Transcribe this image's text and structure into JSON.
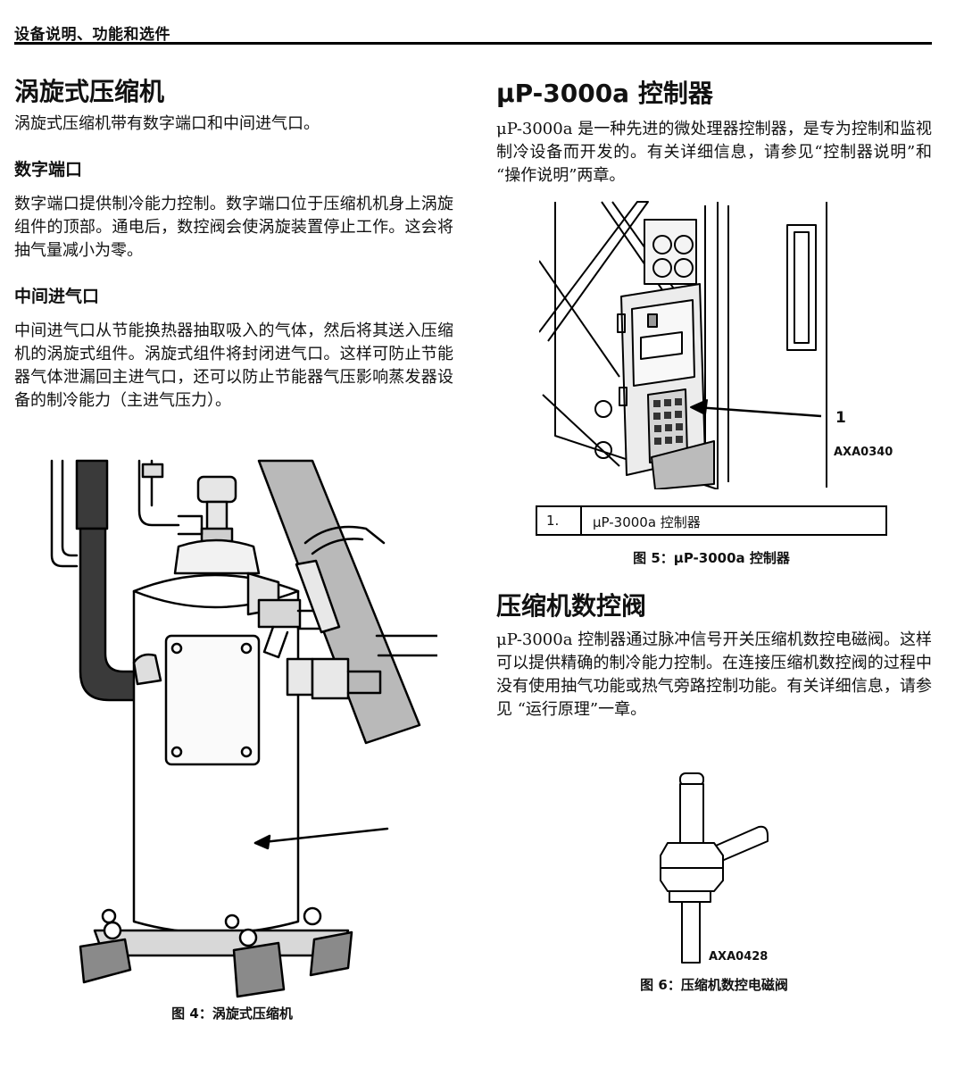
{
  "running_header": "设备说明、功能和选件",
  "left": {
    "title": "涡旋式压缩机",
    "intro": "涡旋式压缩机带有数字端口和中间进气口。",
    "sections": [
      {
        "heading": "数字端口",
        "body": "数字端口提供制冷能力控制。数字端口位于压缩机机身上涡旋组件的顶部。通电后，数控阀会使涡旋装置停止工作。这会将抽气量减小为零。"
      },
      {
        "heading": "中间进气口",
        "body": "中间进气口从节能换热器抽取吸入的气体，然后将其送入压缩机的涡旋式组件。涡旋式组件将封闭进气口。这样可防止节能器气体泄漏回主进气口，还可以防止节能器气压影响蒸发器设备的制冷能力（主进气压力）。"
      }
    ],
    "figure_caption": "图 4：涡旋式压缩机"
  },
  "right": {
    "controller": {
      "title": "μP-3000a 控制器",
      "body": "μP-3000a 是一种先进的微处理器控制器，是专为控制和监视制冷设备而开发的。有关详细信息，请参见“控制器说明”和 “操作说明”两章。",
      "callout_number": "1",
      "figure_code": "AXA0340",
      "legend": {
        "num": "1.",
        "text": "μP-3000a 控制器"
      },
      "figure_caption": "图 5：μP-3000a 控制器"
    },
    "valve": {
      "title": "压缩机数控阀",
      "body": "μP-3000a 控制器通过脉冲信号开关压缩机数控电磁阀。这样可以提供精确的制冷能力控制。在连接压缩机数控阀的过程中没有使用抽气功能或热气旁路控制功能。有关详细信息，请参见 “运行原理”一章。",
      "figure_code": "AXA0428",
      "figure_caption": "图 6：压缩机数控电磁阀"
    }
  }
}
